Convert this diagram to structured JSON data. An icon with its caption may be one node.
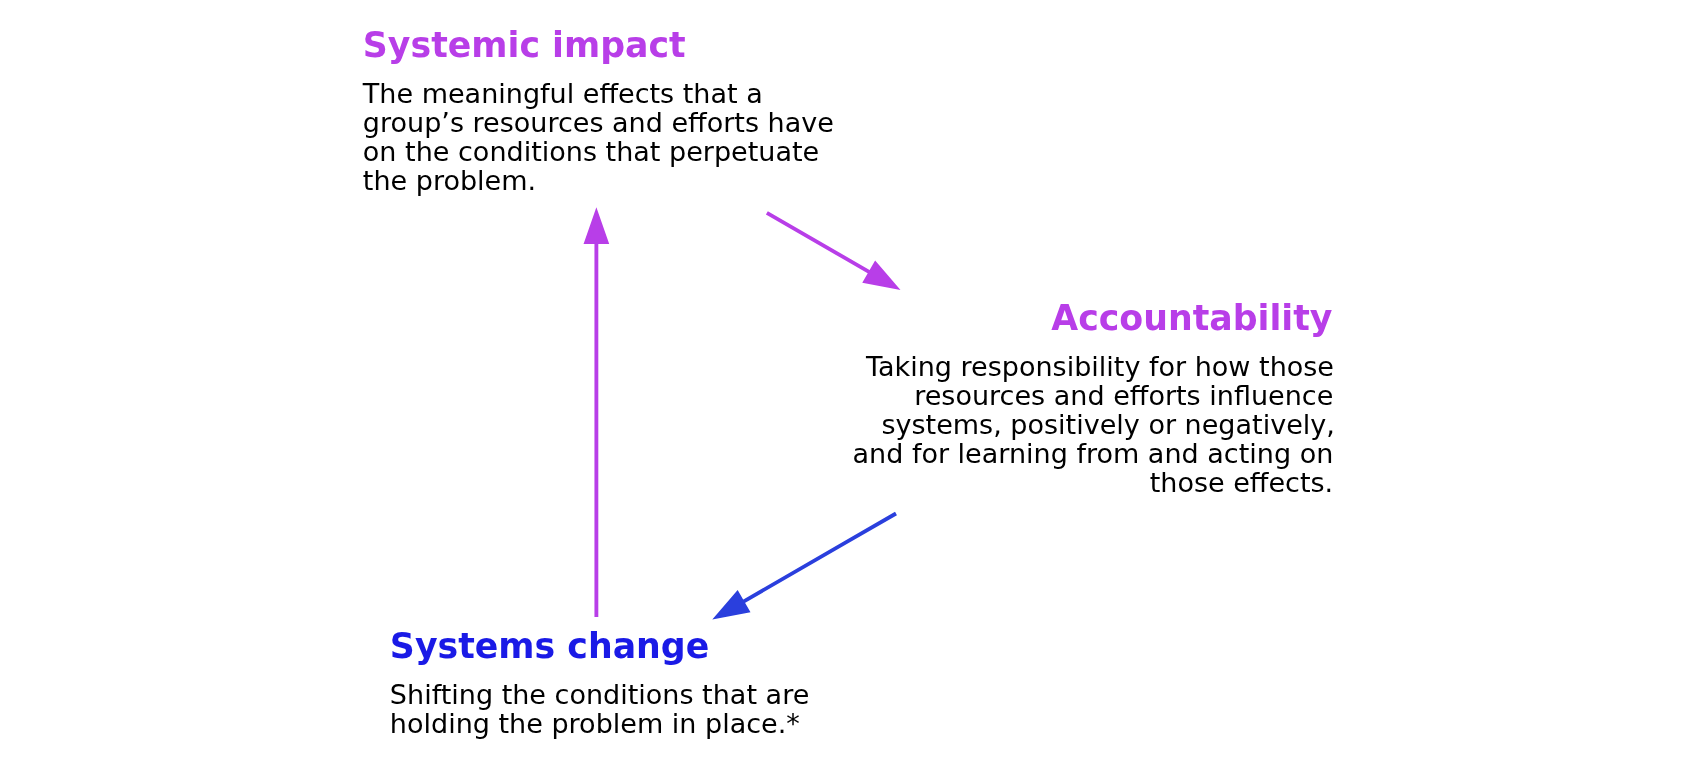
{
  "diagram": {
    "nodes": [
      {
        "text": [
          "Systems change",
          "Shifting the conditions that are holding the problem in place.*"
        ]
      },
      {
        "text": [
          "Systemic impact",
          "The meaningful effects that a group’s resources and efforts have on the conditions that perpetuate the problem."
        ]
      },
      {
        "text": [
          "Accountability",
          "Taking responsibility for how those resources and efforts influence systems, positively or negatively, and for learning from and acting on those effects."
        ]
      }
    ],
    "edges": [
      {
        "from": 2,
        "to": 0,
        "arrow": "to",
        "color": "#2a3fdd"
      },
      {
        "from": 0,
        "to": 1,
        "arrow": "to"
      },
      {
        "from": 1,
        "to": 2,
        "arrow": "to"
      }
    ]
  }
}
